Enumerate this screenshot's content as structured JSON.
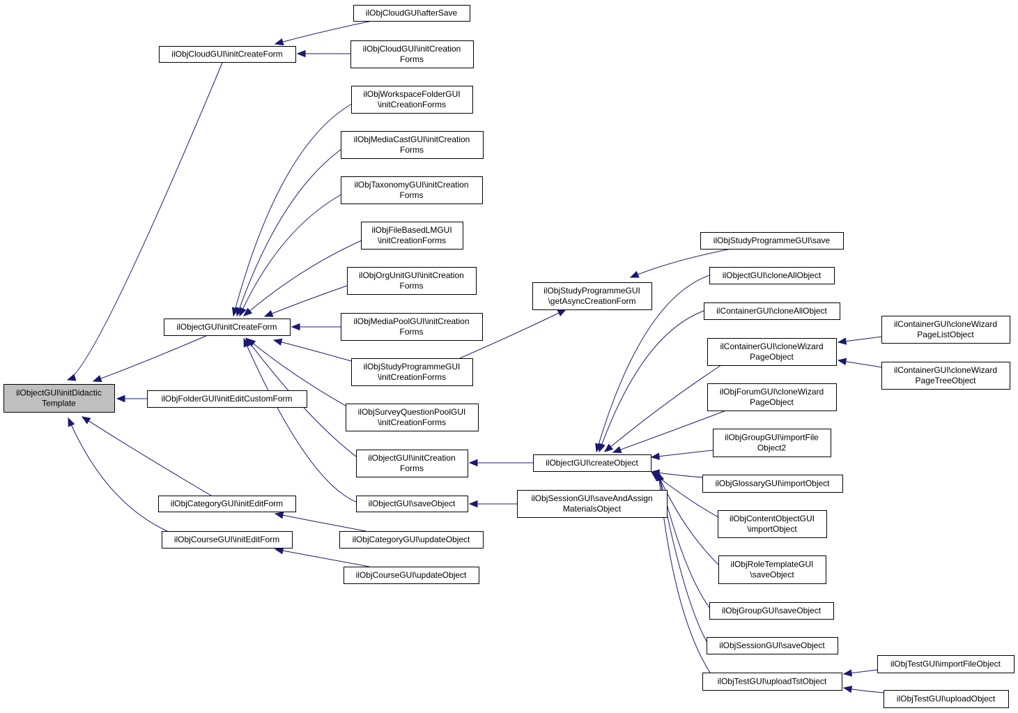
{
  "colors": {
    "edge": "#191970",
    "root_fill": "#bfbfbf",
    "node_fill": "#ffffff",
    "border": "#000000"
  },
  "nodes": [
    {
      "id": "root",
      "lines": [
        "ilObjectGUI\\initDidactic",
        "Template"
      ],
      "root": true
    },
    {
      "id": "cloudCreate",
      "lines": [
        "ilObjCloudGUI\\initCreateForm"
      ]
    },
    {
      "id": "cloudAfterSave",
      "lines": [
        "ilObjCloudGUI\\afterSave"
      ]
    },
    {
      "id": "cloudCreation",
      "lines": [
        "ilObjCloudGUI\\initCreation",
        "Forms"
      ]
    },
    {
      "id": "wsFolder",
      "lines": [
        "ilObjWorkspaceFolderGUI",
        "\\initCreationForms"
      ]
    },
    {
      "id": "mediaCast",
      "lines": [
        "ilObjMediaCastGUI\\initCreation",
        "Forms"
      ]
    },
    {
      "id": "taxonomy",
      "lines": [
        "ilObjTaxonomyGUI\\initCreation",
        "Forms"
      ]
    },
    {
      "id": "fileLM",
      "lines": [
        "ilObjFileBasedLMGUI",
        "\\initCreationForms"
      ]
    },
    {
      "id": "orgUnit",
      "lines": [
        "ilObjOrgUnitGUI\\initCreation",
        "Forms"
      ]
    },
    {
      "id": "objCreateForm",
      "lines": [
        "ilObjectGUI\\initCreateForm"
      ]
    },
    {
      "id": "mediaPool",
      "lines": [
        "ilObjMediaPoolGUI\\initCreation",
        "Forms"
      ]
    },
    {
      "id": "studyInit",
      "lines": [
        "ilObjStudyProgrammeGUI",
        "\\initCreationForms"
      ]
    },
    {
      "id": "surveyPool",
      "lines": [
        "ilObjSurveyQuestionPoolGUI",
        "\\initCreationForms"
      ]
    },
    {
      "id": "objInitCreation",
      "lines": [
        "ilObjectGUI\\initCreation",
        "Forms"
      ]
    },
    {
      "id": "objSave",
      "lines": [
        "ilObjectGUI\\saveObject"
      ]
    },
    {
      "id": "folderEdit",
      "lines": [
        "ilObjFolderGUI\\initEditCustomForm"
      ]
    },
    {
      "id": "catEdit",
      "lines": [
        "ilObjCategoryGUI\\initEditForm"
      ]
    },
    {
      "id": "courseEdit",
      "lines": [
        "ilObjCourseGUI\\initEditForm"
      ]
    },
    {
      "id": "catUpdate",
      "lines": [
        "ilObjCategoryGUI\\updateObject"
      ]
    },
    {
      "id": "courseUpdate",
      "lines": [
        "ilObjCourseGUI\\updateObject"
      ]
    },
    {
      "id": "studyAsync",
      "lines": [
        "ilObjStudyProgrammeGUI",
        "\\getAsyncCreationForm"
      ]
    },
    {
      "id": "objCreateObject",
      "lines": [
        "ilObjectGUI\\createObject"
      ]
    },
    {
      "id": "sessionSaveAssign",
      "lines": [
        "ilObjSessionGUI\\saveAndAssign",
        "MaterialsObject"
      ]
    },
    {
      "id": "studySave",
      "lines": [
        "ilObjStudyProgrammeGUI\\save"
      ]
    },
    {
      "id": "objCloneAll",
      "lines": [
        "ilObjectGUI\\cloneAllObject"
      ]
    },
    {
      "id": "contCloneAll",
      "lines": [
        "ilContainerGUI\\cloneAllObject"
      ]
    },
    {
      "id": "contCloneWizard",
      "lines": [
        "ilContainerGUI\\cloneWizard",
        "PageObject"
      ]
    },
    {
      "id": "forumClone",
      "lines": [
        "ilObjForumGUI\\cloneWizard",
        "PageObject"
      ]
    },
    {
      "id": "groupImport",
      "lines": [
        "ilObjGroupGUI\\importFile",
        "Object2"
      ]
    },
    {
      "id": "glossaryImport",
      "lines": [
        "ilObjGlossaryGUI\\importObject"
      ]
    },
    {
      "id": "contentImport",
      "lines": [
        "ilObjContentObjectGUI",
        "\\importObject"
      ]
    },
    {
      "id": "roleSave",
      "lines": [
        "ilObjRoleTemplateGUI",
        "\\saveObject"
      ]
    },
    {
      "id": "groupSave",
      "lines": [
        "ilObjGroupGUI\\saveObject"
      ]
    },
    {
      "id": "sessionSave",
      "lines": [
        "ilObjSessionGUI\\saveObject"
      ]
    },
    {
      "id": "testUpload",
      "lines": [
        "ilObjTestGUI\\uploadTstObject"
      ]
    },
    {
      "id": "contPageList",
      "lines": [
        "ilContainerGUI\\cloneWizard",
        "PageListObject"
      ]
    },
    {
      "id": "contPageTree",
      "lines": [
        "ilContainerGUI\\cloneWizard",
        "PageTreeObject"
      ]
    },
    {
      "id": "testImportFile",
      "lines": [
        "ilObjTestGUI\\importFileObject"
      ]
    },
    {
      "id": "testUploadObj",
      "lines": [
        "ilObjTestGUI\\uploadObject"
      ]
    }
  ]
}
